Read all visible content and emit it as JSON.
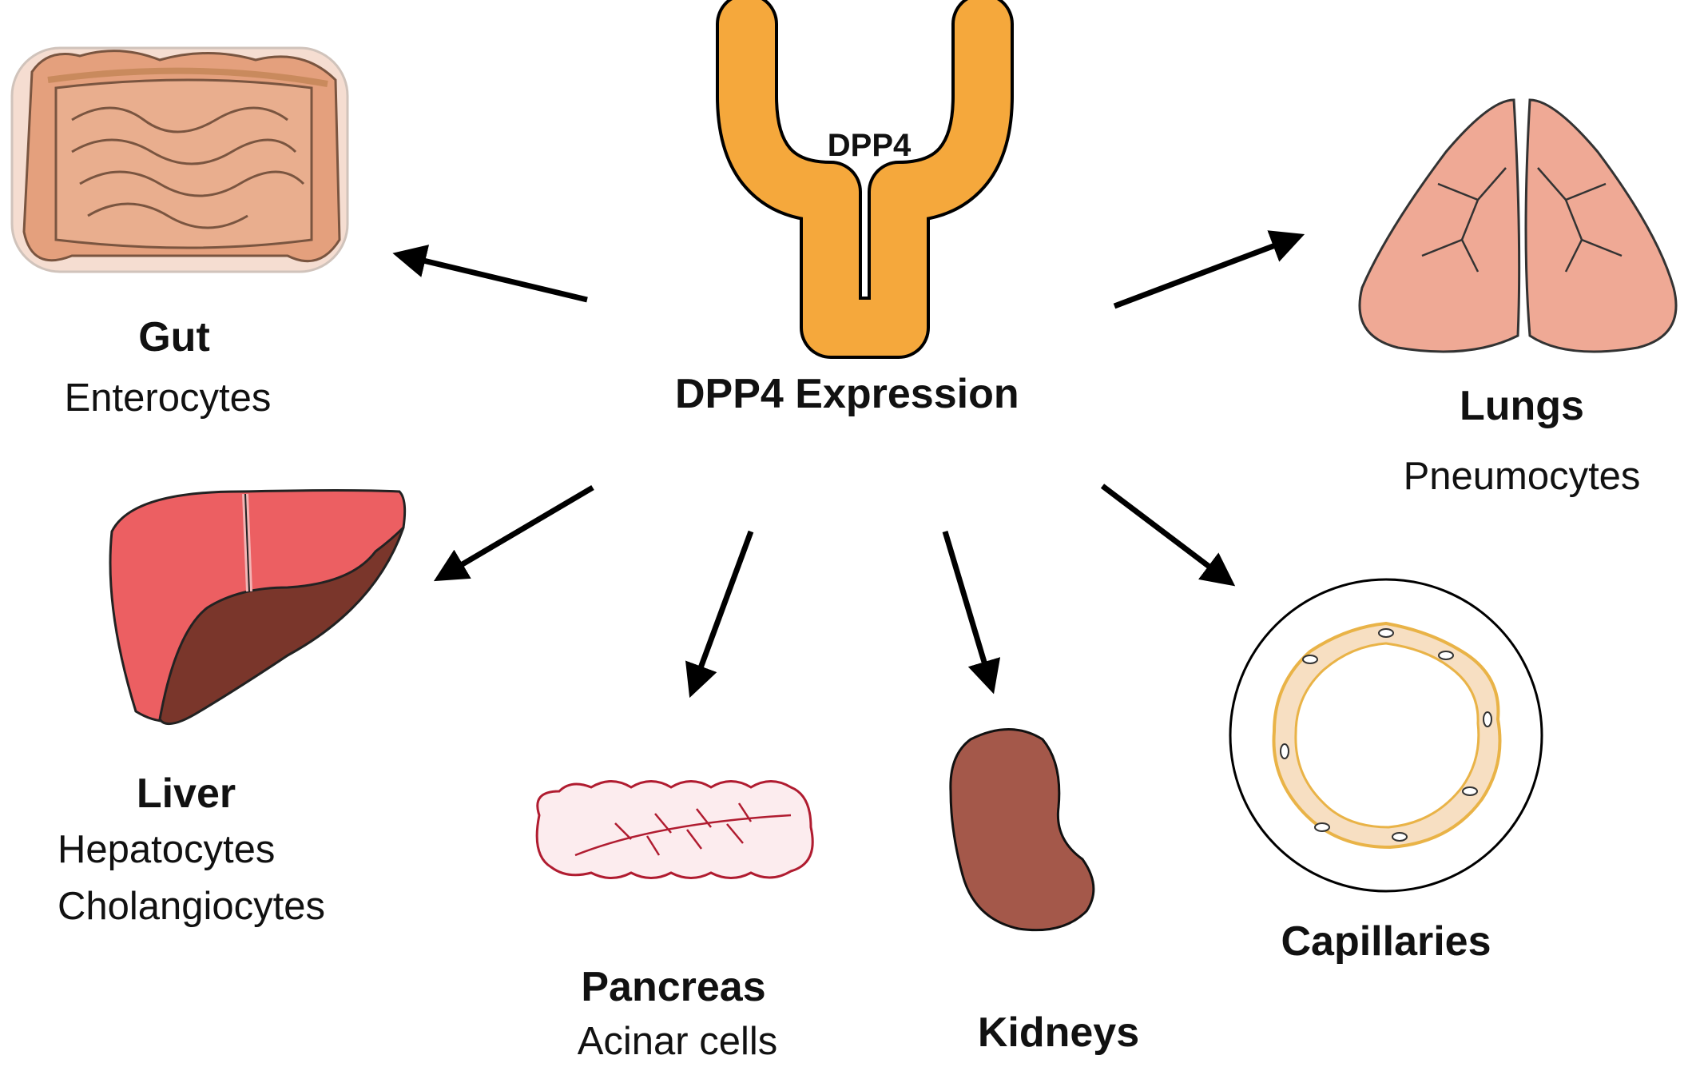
{
  "receptor": {
    "label": "DPP4"
  },
  "center": {
    "title": "DPP4 Expression"
  },
  "organs": {
    "gut": {
      "name": "Gut",
      "cells": [
        "Enterocytes"
      ]
    },
    "lungs": {
      "name": "Lungs",
      "cells": [
        "Pneumocytes"
      ]
    },
    "liver": {
      "name": "Liver",
      "cells": [
        "Hepatocytes",
        "Cholangiocytes"
      ]
    },
    "pancreas": {
      "name": "Pancreas",
      "cells": [
        "Acinar cells"
      ]
    },
    "kidneys": {
      "name": "Kidneys",
      "cells": []
    },
    "capillaries": {
      "name": "Capillaries",
      "cells": []
    }
  },
  "colors": {
    "receptor": "#F5A83C",
    "gut": "#E4A07D",
    "lungs": "#EFA995",
    "liver_light": "#EC5F62",
    "liver_dark": "#7A362B",
    "pancreas_outline": "#B01C30",
    "kidney": "#A4584A",
    "capillary_cell": "#F7DFC2",
    "capillary_outline": "#E9B347"
  }
}
